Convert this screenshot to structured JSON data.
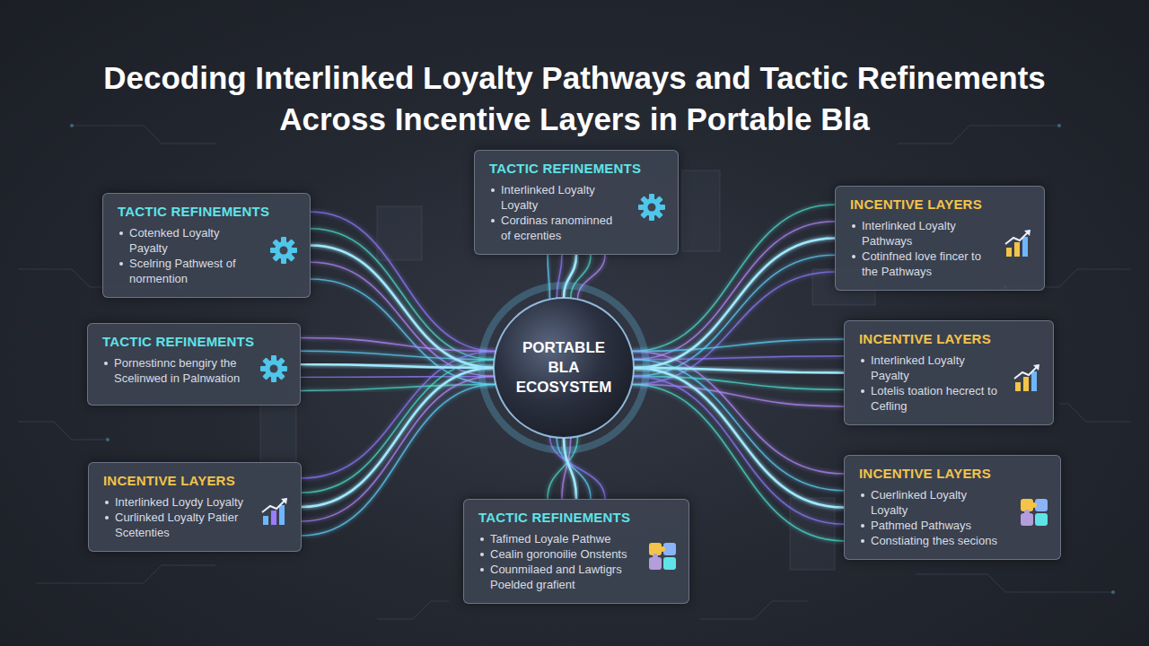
{
  "diagram": {
    "title": "Decoding Interlinked Loyalty Pathways and Tactic Refinements Across Incentive Layers in Portable Bla",
    "nodes": [
      {
        "text": [
          "TACTIC REFINEMENTS",
          "Interlinked Loyalty Loyalty",
          "Cordinas ranominned of ecrenties"
        ]
      },
      {
        "text": [
          "TACTIC REFINEMENTS",
          "Cotenked Loyalty Payalty",
          "Scelring Pathwest of normention"
        ]
      },
      {
        "text": [
          "INCENTIVE LAYERS",
          "Interlinked Loyalty Pathways",
          "Cotinfned love fincer to the Pathways"
        ]
      },
      {
        "text": [
          "TACTIC REFINEMENTS",
          "Pornestinnc bengiry the Scelinwed in Palnwation"
        ]
      },
      {
        "text": [
          "PORTABLE BLA ECOSYSTEM"
        ]
      },
      {
        "text": [
          "INCENTIVE LAYERS",
          "Interlinked Loyalty Payalty",
          "Lotelis toation hecrect to Cefling"
        ]
      },
      {
        "text": [
          "INCENTIVE LAYERS",
          "Interlinked Loydy Loyalty",
          "Curlinked Loyalty Patier Scetenties"
        ]
      },
      {
        "text": [
          "TACTIC REFINEMENTS",
          "Tafimed Loyale Pathwe",
          "Cealin goronoilie Onstents",
          "Counmilaed and Lawtigrs Poelded grafient"
        ]
      },
      {
        "text": [
          "INCENTIVE LAYERS",
          "Cuerlinked Loyalty Loyalty",
          "Pathmed Pathways",
          "Constiating thes secions"
        ]
      }
    ],
    "edges": [
      {
        "from": 4,
        "to": 0,
        "arrow": "none"
      },
      {
        "from": 4,
        "to": 1,
        "arrow": "none"
      },
      {
        "from": 4,
        "to": 2,
        "arrow": "none"
      },
      {
        "from": 4,
        "to": 3,
        "arrow": "none"
      },
      {
        "from": 4,
        "to": 5,
        "arrow": "none"
      },
      {
        "from": 4,
        "to": 6,
        "arrow": "none"
      },
      {
        "from": 4,
        "to": 7,
        "arrow": "none"
      },
      {
        "from": 4,
        "to": 8,
        "arrow": "none"
      }
    ]
  }
}
